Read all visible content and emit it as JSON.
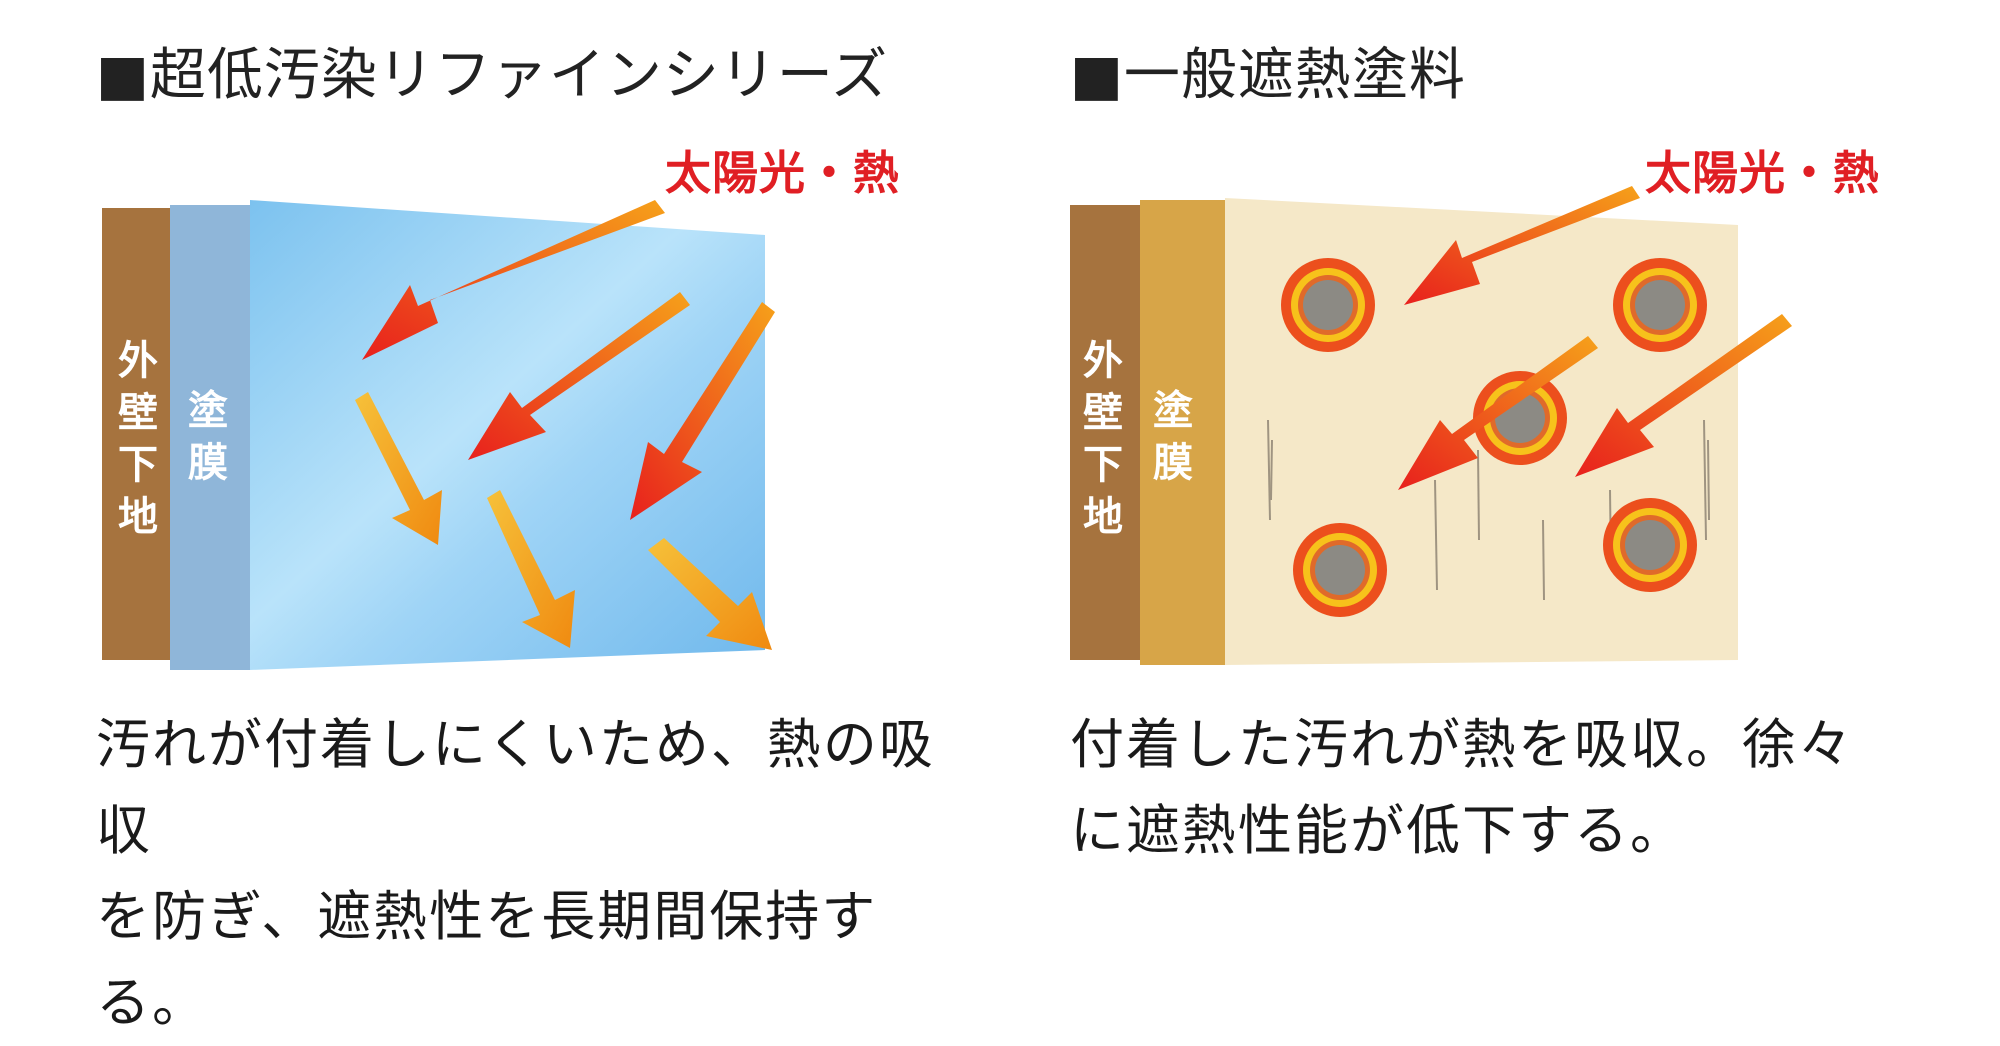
{
  "left": {
    "title": "■超低汚染リファインシリーズ",
    "sun_label": "太陽光・熱",
    "wall_label": "外壁下地",
    "coating_label": "塗膜",
    "description_line1": "汚れが付着しにくいため、熱の吸収",
    "description_line2": "を防ぎ、遮熱性を長期間保持する。"
  },
  "right": {
    "title": "■一般遮熱塗料",
    "sun_label": "太陽光・熱",
    "wall_label": "外壁下地",
    "coating_label": "塗膜",
    "description_line1": "付着した汚れが熱を吸収。徐々",
    "description_line2": "に遮熱性能が低下する。"
  },
  "colors": {
    "sun_label": "#e01f24",
    "wall": "#a6733e",
    "left_coating": "#8fb6d9",
    "left_front": "#86c7f0",
    "right_coating": "#d7a548",
    "right_front": "#f5e8c8",
    "incoming_arrow": "#f0451c",
    "reflected_arrow": "#f39a14",
    "stain_outer": "#ec4f1d",
    "stain_ring": "#f7c21b",
    "stain_core": "#8c8a84"
  },
  "icons": {
    "incoming": "heat-arrow-icon",
    "reflected": "reflected-arrow-icon",
    "stain": "dirt-stain-icon"
  }
}
